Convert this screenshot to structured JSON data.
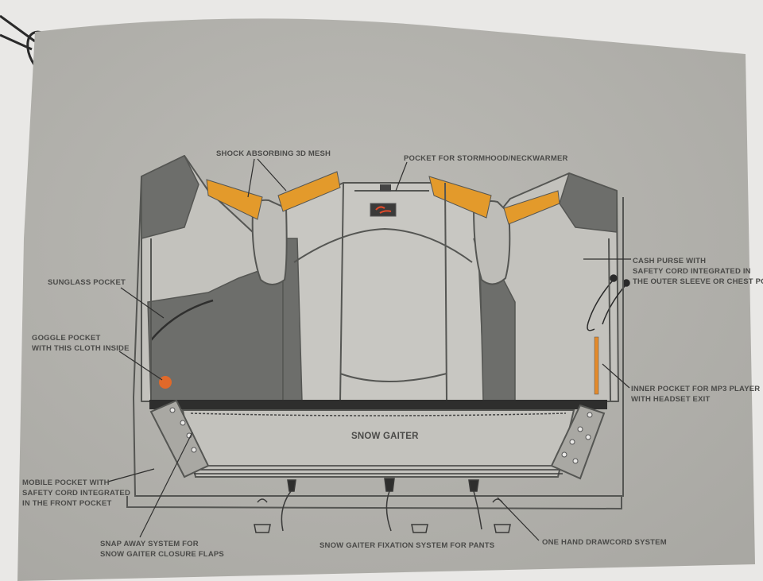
{
  "colors": {
    "background": "#e9e8e6",
    "cloth": "#b7b6b1",
    "panel_light": "#c3c2bd",
    "panel_dark": "#6d6e6b",
    "outline": "#555653",
    "accent_orange": "#e39a2b",
    "label_text": "#4a4a48"
  },
  "logo_mark": "KJUS logo",
  "labels": {
    "shock_mesh": "SHOCK ABSORBING 3D MESH",
    "stormhood_pocket": "POCKET FOR STORMHOOD/NECKWARMER",
    "cash_purse": [
      "CASH PURSE WITH",
      "SAFETY CORD INTEGRATED IN",
      "THE OUTER SLEEVE OR CHEST POCKET"
    ],
    "sunglass_pocket": "SUNGLASS POCKET",
    "goggle_pocket": [
      "GOGGLE POCKET",
      "WITH THIS CLOTH INSIDE"
    ],
    "inner_pocket": [
      "INNER POCKET FOR MP3 PLAYER",
      "WITH HEADSET EXIT"
    ],
    "snow_gaiter": "SNOW GAITER",
    "mobile_pocket": [
      "MOBILE POCKET WITH",
      "SAFETY CORD INTEGRATED",
      "IN THE FRONT POCKET"
    ],
    "snap_away": [
      "SNAP AWAY SYSTEM FOR",
      "SNOW GAITER CLOSURE FLAPS"
    ],
    "fixation_system": "SNOW GAITER FIXATION SYSTEM FOR PANTS",
    "drawcord": "ONE HAND DRAWCORD SYSTEM"
  }
}
